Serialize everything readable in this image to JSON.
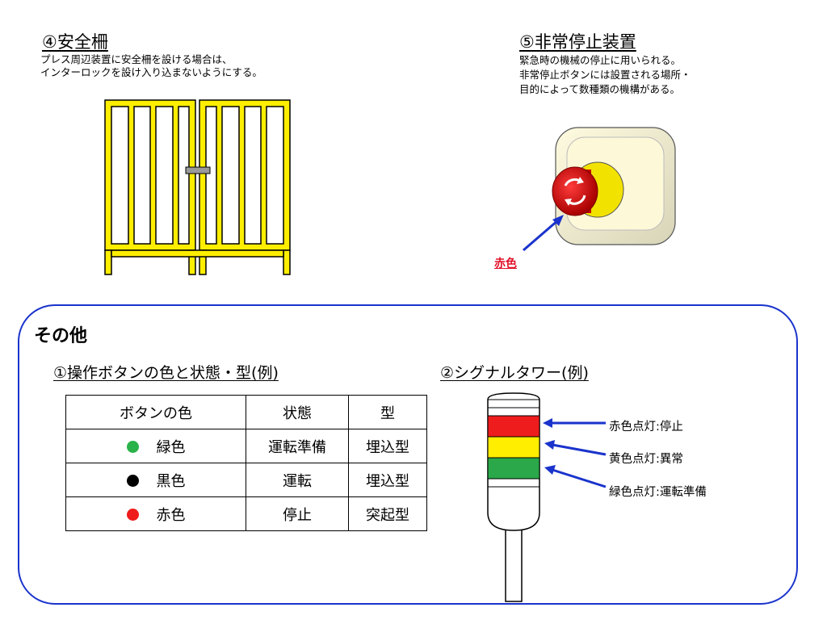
{
  "section4": {
    "title": "④安全柵",
    "desc_line1": "プレス周辺装置に安全柵を設ける場合は、",
    "desc_line2": "インターロックを設け入り込まないようにする。"
  },
  "section5": {
    "title": "⑤非常停止装置",
    "desc_line1": "緊急時の機械の停止に用いられる。",
    "desc_line2": "非常停止ボタンには設置される場所・",
    "desc_line3": "目的によって数種類の機構がある。",
    "button_label": "赤色"
  },
  "other": {
    "title": "その他",
    "sub1_title": "①操作ボタンの色と状態・型(例)",
    "sub2_title": "②シグナルタワー(例)"
  },
  "table": {
    "headers": [
      "ボタンの色",
      "状態",
      "型"
    ],
    "rows": [
      {
        "color_name": "緑色",
        "dot_color": "#2ab24a",
        "state": "運転準備",
        "type": "埋込型"
      },
      {
        "color_name": "黒色",
        "dot_color": "#000000",
        "state": "運転",
        "type": "埋込型"
      },
      {
        "color_name": "赤色",
        "dot_color": "#ee1c1c",
        "state": "停止",
        "type": "突起型"
      }
    ]
  },
  "signal_tower": {
    "labels": [
      "赤色点灯:停止",
      "黄色点灯:異常",
      "緑色点灯:運転準備"
    ],
    "colors": {
      "red": "#ee1c1c",
      "yellow": "#ffee00",
      "green": "#2aa84a",
      "arrow": "#1a33cc"
    }
  },
  "colors": {
    "fence": "#ffee00",
    "box_border": "#1a33cc",
    "label_red": "#e0102a"
  }
}
